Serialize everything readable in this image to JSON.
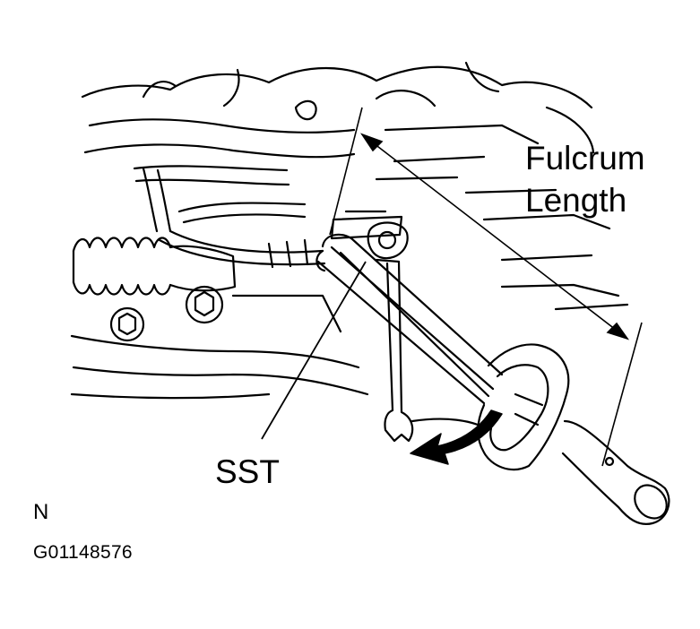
{
  "labels": {
    "fulcrum_line1": "Fulcrum",
    "fulcrum_line2": "Length",
    "tool": "SST",
    "north": "N",
    "figure_code": "G01148576"
  },
  "colors": {
    "ink": "#000000",
    "paper": "#ffffff"
  },
  "icons": {
    "rotation_arrow": "curved-arrow-icon",
    "dimension_arrow": "double-headed-arrow-icon"
  }
}
